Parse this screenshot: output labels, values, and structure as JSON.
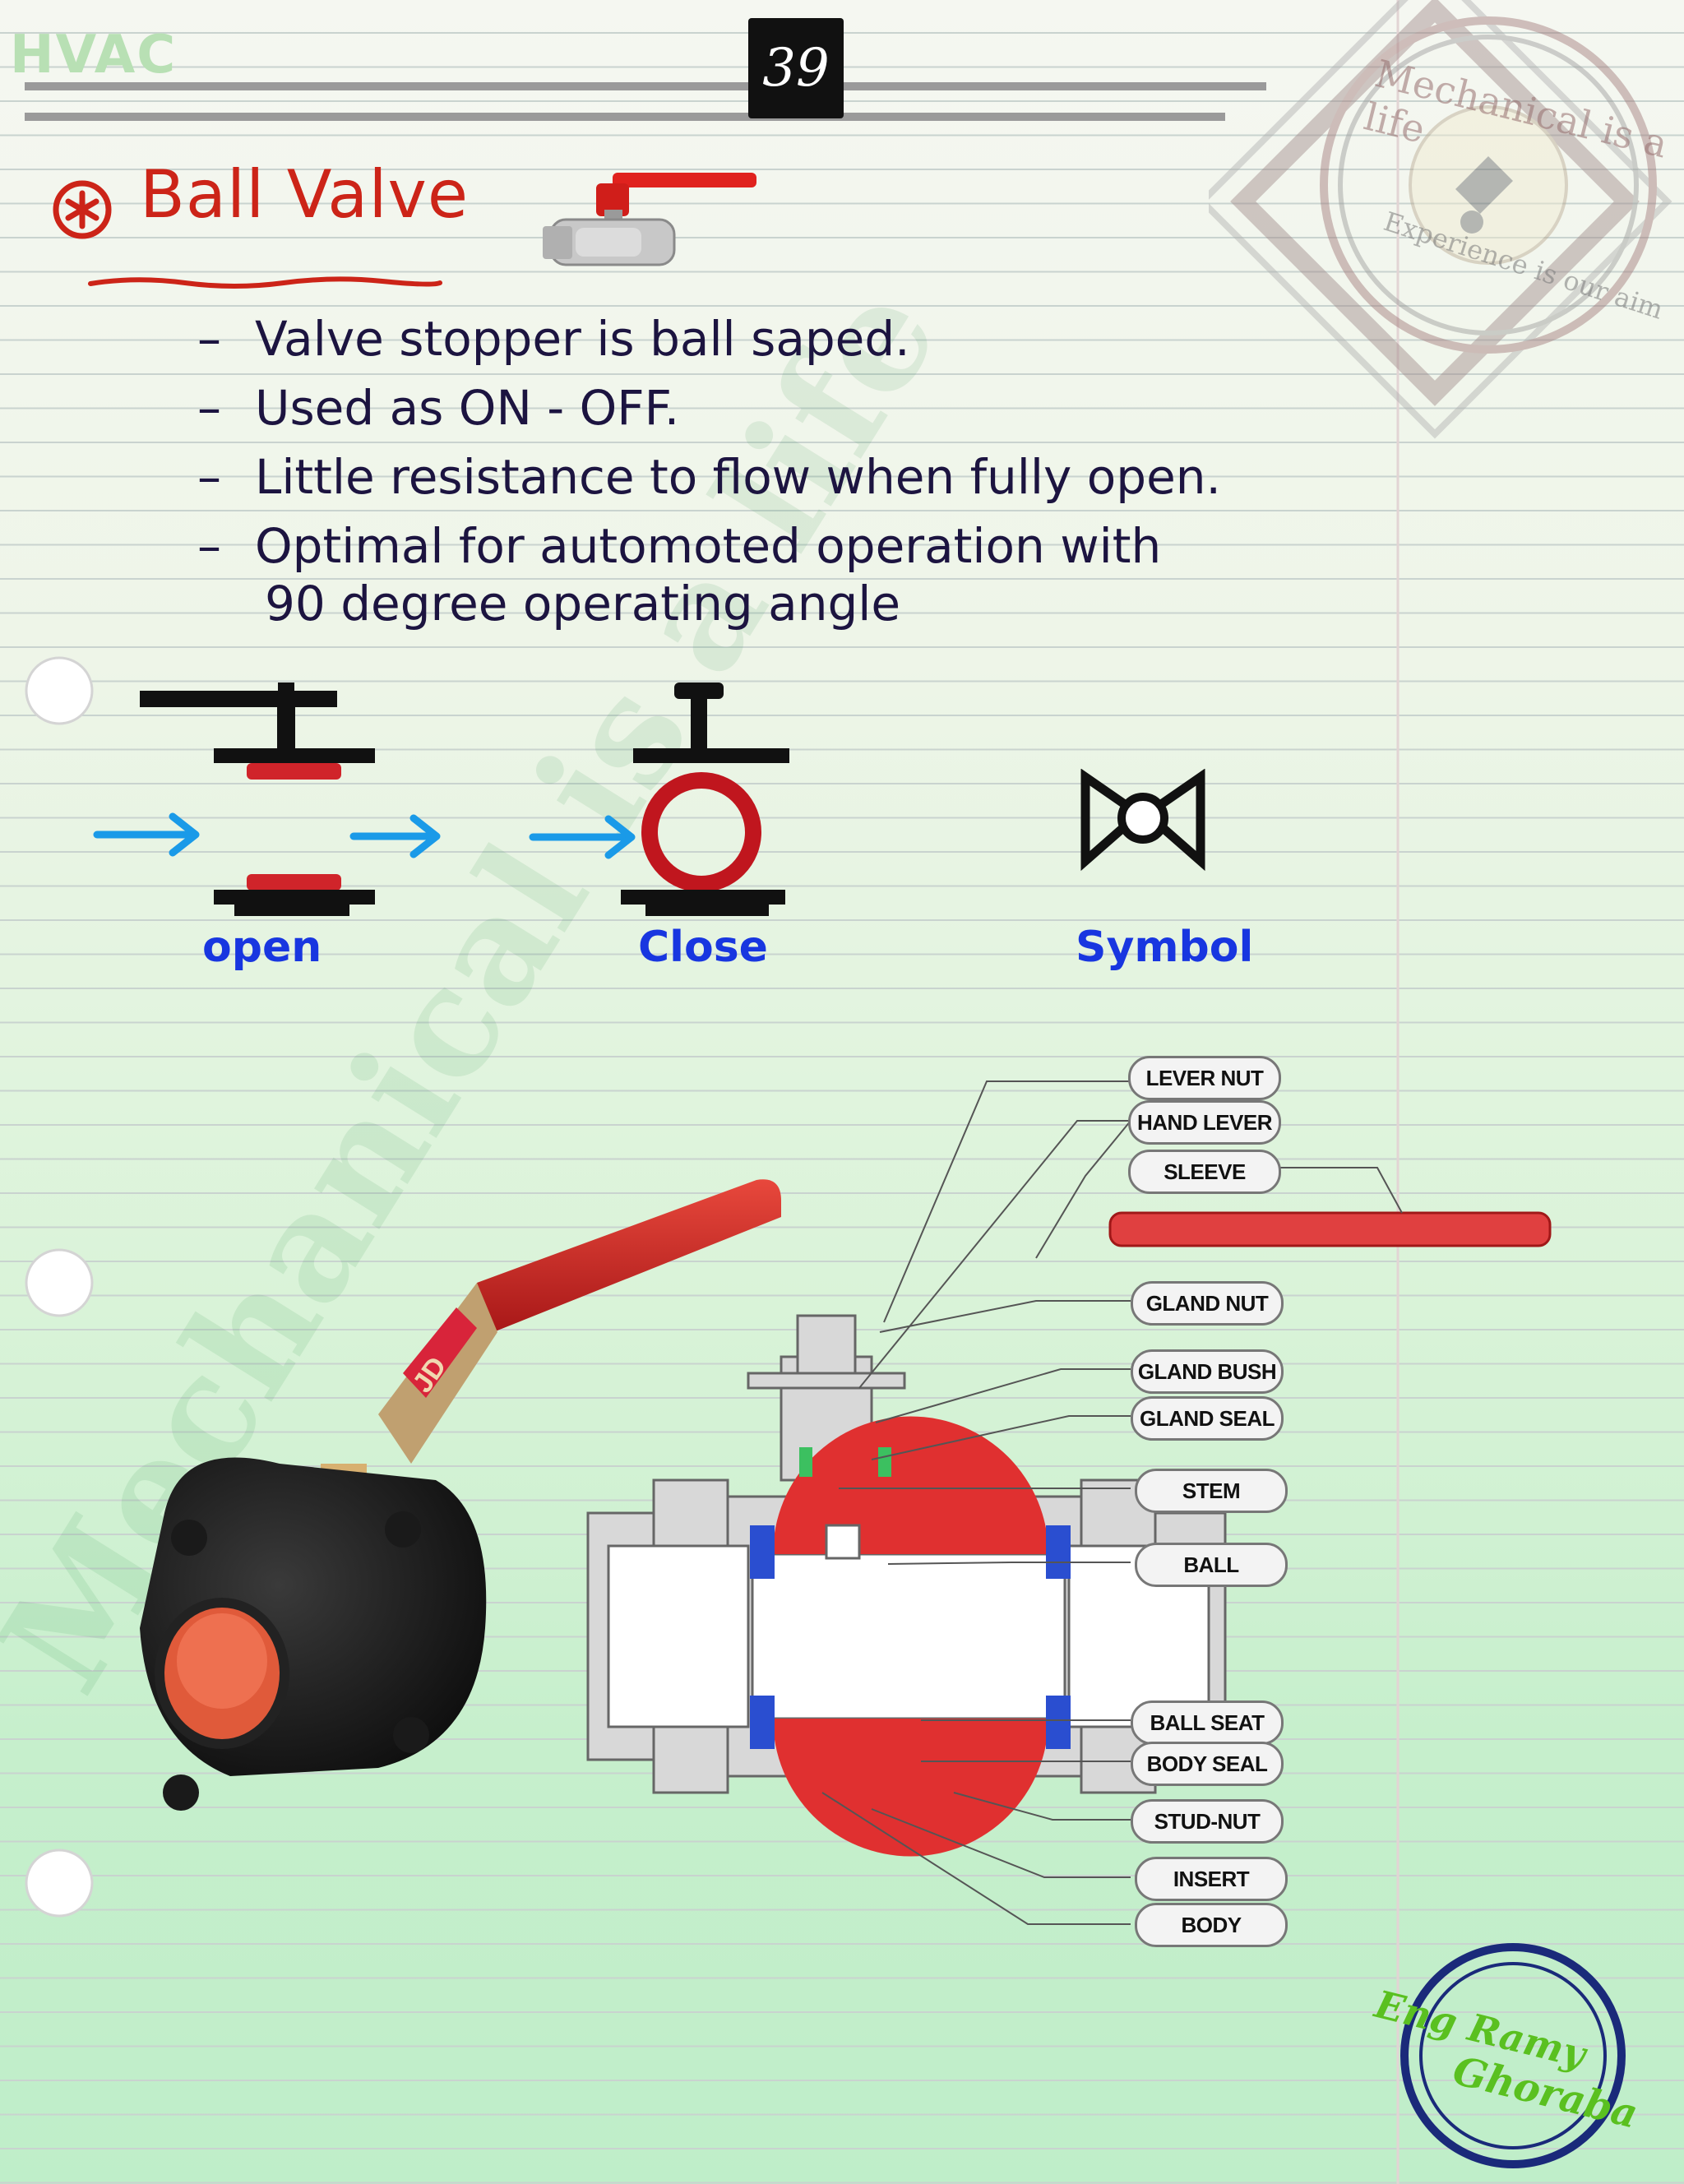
{
  "header": {
    "section": "HVAC",
    "page_number": "39"
  },
  "title": "Ball Valve",
  "bullets": [
    "Valve stopper is ball saped.",
    "Used as ON - OFF.",
    "Little resistance to flow when fully open.",
    "Optimal for automoted operation with"
  ],
  "bullet_continuation": "90 degree operating angle",
  "diagram_labels": {
    "open": "open",
    "close": "Close",
    "symbol": "Symbol"
  },
  "parts": [
    "LEVER NUT",
    "HAND LEVER",
    "SLEEVE",
    "GLAND NUT",
    "GLAND BUSH",
    "GLAND SEAL",
    "STEM",
    "BALL",
    "BALL SEAT",
    "BODY SEAL",
    "STUD-NUT",
    "INSERT",
    "BODY"
  ],
  "watermark": {
    "top": "Mechanical is a life",
    "bottom": "Experience is our aim"
  },
  "author": {
    "line1": "Eng Ramy",
    "line2": "Ghoraba"
  },
  "valve_brand": "JD",
  "colors": {
    "title": "#cc2418",
    "ink": "#1c1440",
    "caption": "#1836e0",
    "arrow": "#1a9ae8",
    "valve_red": "#d0242a"
  }
}
